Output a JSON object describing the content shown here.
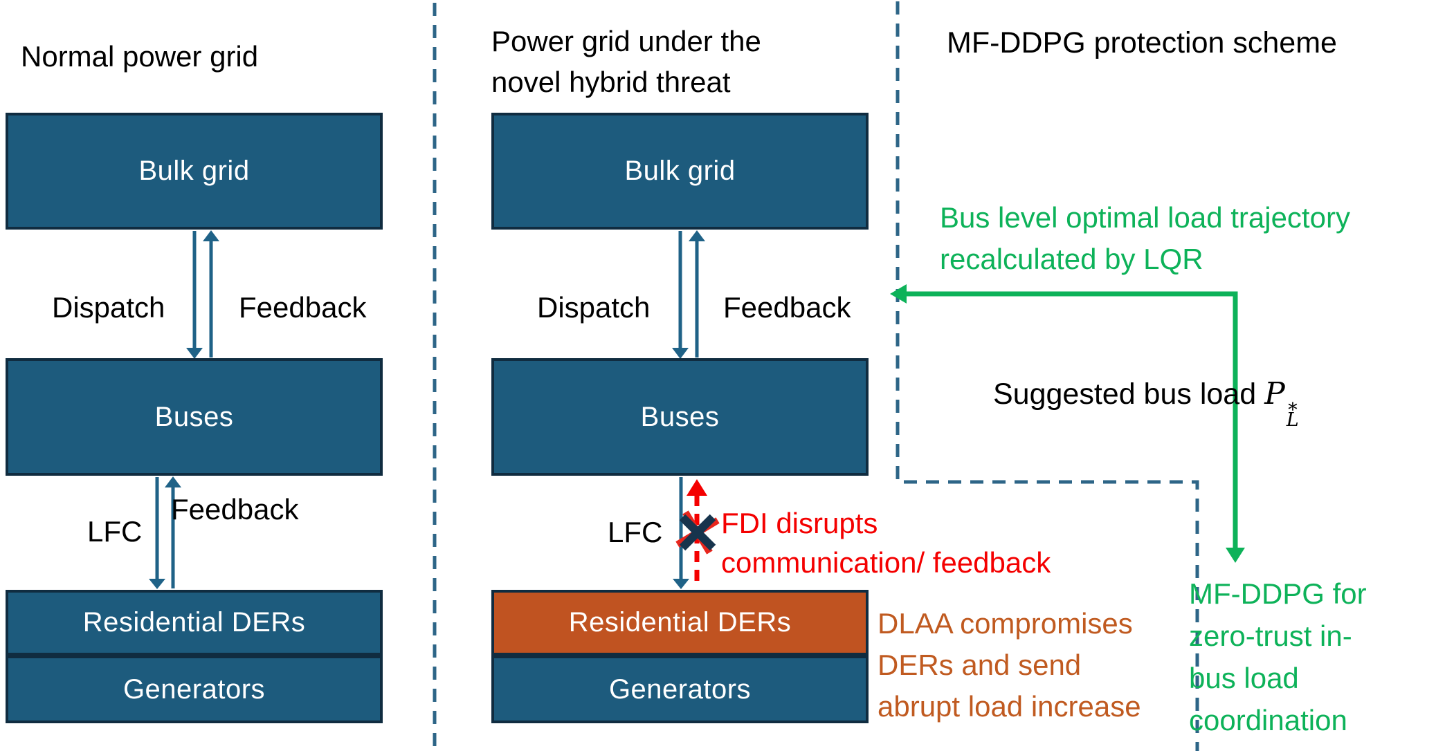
{
  "colors": {
    "box_teal": "#1d5b7d",
    "box_border": "#102c40",
    "box_orange": "#c05321",
    "arrow_teal": "#1f6287",
    "divider_dash": "#2d6587",
    "attack_red": "#f40000",
    "scheme_green": "#0db259",
    "dlaa_orange_text": "#c05a20",
    "text_black": "#000000",
    "box_text_white": "#ffffff"
  },
  "icons": {
    "down_arrow": "↓",
    "up_arrow": "↑",
    "left_arrow": "←",
    "blocked_cross": "✖"
  },
  "normal_panel": {
    "title": "Normal power grid",
    "bulk_box": "Bulk grid",
    "buses_box": "Buses",
    "ders_box": "Residential DERs",
    "generators_box": "Generators",
    "dispatch_label": "Dispatch",
    "feedback_top_label": "Feedback",
    "lfc_label": "LFC",
    "feedback_bottom_label": "Feedback"
  },
  "threat_panel": {
    "title_lines": [
      "Power grid under the",
      "novel hybrid threat"
    ],
    "bulk_box": "Bulk grid",
    "buses_box": "Buses",
    "ders_box": "Residential DERs",
    "generators_box": "Generators",
    "dispatch_label": "Dispatch",
    "feedback_top_label": "Feedback",
    "lfc_label": "LFC",
    "fdi_note_lines": [
      "FDI disrupts",
      "communication/ feedback"
    ],
    "dlaa_note_lines": [
      "DLAA compromises",
      "DERs and send",
      "abrupt load increase"
    ]
  },
  "scheme_panel": {
    "title": "MF-DDPG protection scheme",
    "lqr_note_lines": [
      "Bus level optimal load trajectory",
      "recalculated by LQR"
    ],
    "suggested_load": {
      "text": "Suggested bus load",
      "var": "P",
      "sup": "∗",
      "sub": "L"
    },
    "mfddpg_note_lines": [
      "MF-DDPG for",
      "zero-trust in-",
      "bus load",
      "coordination"
    ]
  }
}
